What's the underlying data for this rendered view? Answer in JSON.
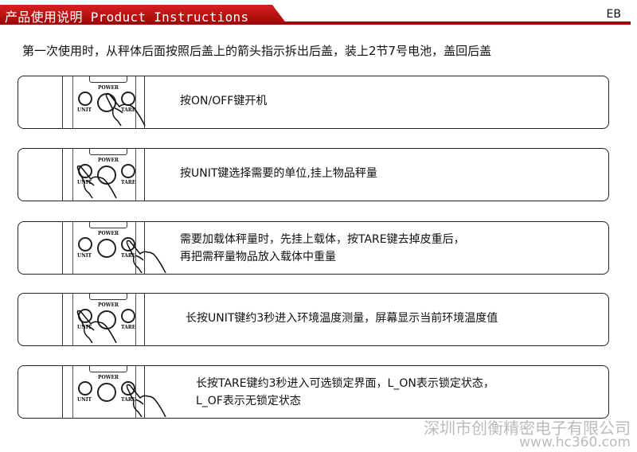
{
  "header": {
    "title": "产品使用说明 Product Instructions",
    "code": "EB"
  },
  "intro": "第一次使用时，从秤体后面按照后盖上的箭头指示拆出后盖，装上2节7号电池，盖回后盖",
  "device_labels": {
    "power": "POWER",
    "unit": "UNIT",
    "tare": "TARE"
  },
  "steps": [
    {
      "pressed": "power",
      "lines": [
        "按ON/OFF键开机"
      ]
    },
    {
      "pressed": "unit",
      "lines": [
        "按UNIT键选择需要的单位,挂上物品秤量"
      ]
    },
    {
      "pressed": "tare",
      "lines": [
        "需要加载体秤量时，先挂上载体，按TARE键去掉皮重后，",
        "再把需秤量物品放入载体中重量"
      ]
    },
    {
      "pressed": "unit",
      "lines": [
        "长按UNIT键约3秒进入环境温度测量，屏幕显示当前环境温度值"
      ]
    },
    {
      "pressed": "tare",
      "lines": [
        "长按TARE键约3秒进入可选锁定界面，L_ON表示锁定状态，",
        "L_OF表示无锁定状态"
      ]
    }
  ],
  "watermark": {
    "company": "深圳市创衡精密电子有限公司",
    "url": "www.hc360.com"
  }
}
